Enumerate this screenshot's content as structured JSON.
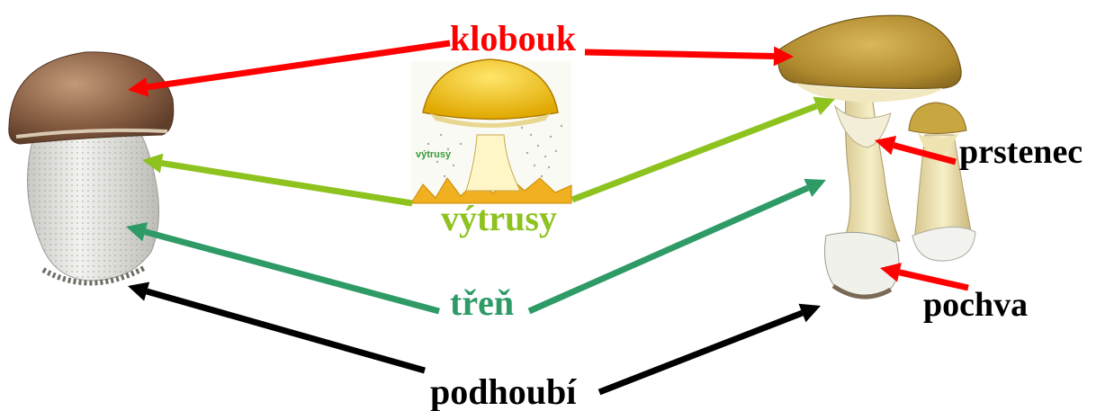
{
  "labels": {
    "cap": "klobouk",
    "ring": "prstenec",
    "spores": "výtrusy",
    "stem": "třeň",
    "volva": "pochva",
    "mycelium": "podhoubí",
    "spore_image_caption": "výtrusy"
  },
  "colors": {
    "cap": "#ff0000",
    "spores": "#8dc21f",
    "stem": "#2e9b67",
    "mycelium": "#000000",
    "ring": "#000000",
    "volva": "#000000",
    "pointer_red": "#ff0000"
  },
  "images": {
    "left": "porcini-mushroom",
    "center": "spore-releasing-mushroom",
    "right": "death-cap-mushroom-pair"
  }
}
